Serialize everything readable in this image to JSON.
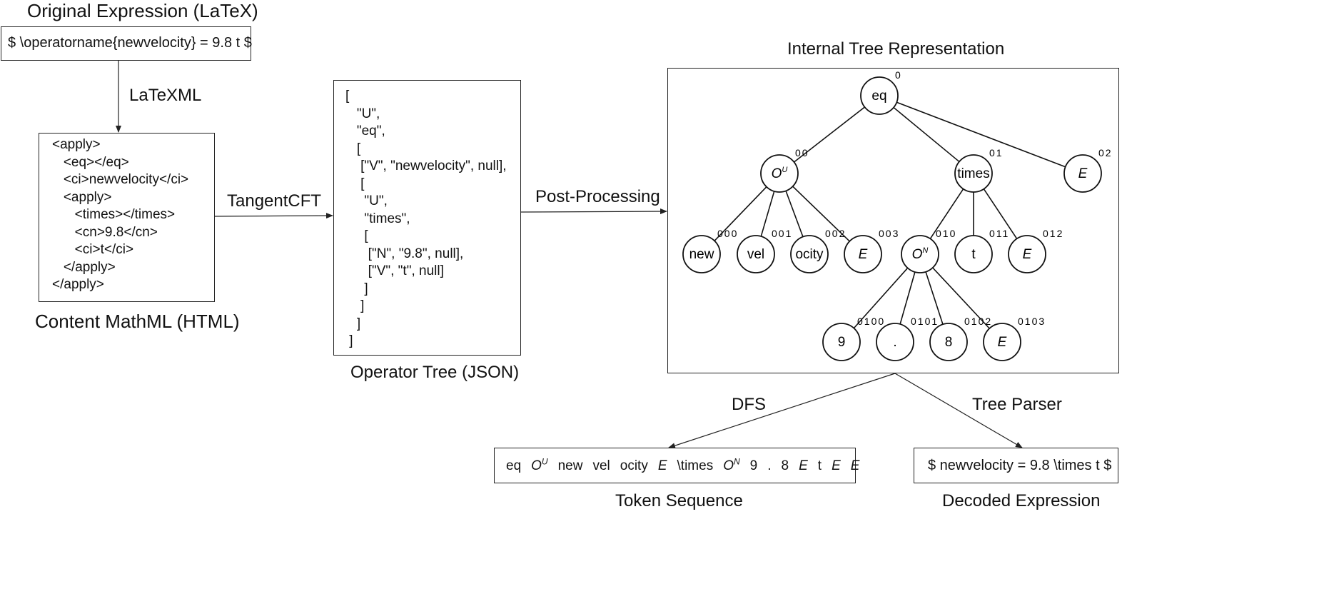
{
  "labels": {
    "original_title": "Original Expression (LaTeX)",
    "latex": "$ \\operatorname{newvelocity} = 9.8 t $",
    "latexml": "LaTeXML",
    "mathml_title": "Content MathML (HTML)",
    "tangentcft": "TangentCFT",
    "optree_title": "Operator Tree (JSON)",
    "postprocessing": "Post-Processing",
    "internal_title": "Internal Tree Representation",
    "dfs": "DFS",
    "treeparser": "Tree Parser",
    "token_title": "Token Sequence",
    "decoded_title": "Decoded Expression",
    "decoded": "$ newvelocity = 9.8 \\times t $"
  },
  "mathml_lines": [
    "<apply>",
    "   <eq></eq>",
    "   <ci>newvelocity</ci>",
    "   <apply>",
    "      <times></times>",
    "      <cn>9.8</cn>",
    "      <ci>t</ci>",
    "   </apply>",
    "</apply>"
  ],
  "json_lines": [
    "[",
    "   \"U\",",
    "   \"eq\",",
    "   [",
    "    [\"V\", \"newvelocity\", null],",
    "    [",
    "     \"U\",",
    "     \"times\",",
    "     [",
    "      [\"N\", \"9.8\", null],",
    "      [\"V\", \"t\", null]",
    "     ]",
    "    ]",
    "   ]",
    " ]"
  ],
  "tokens": [
    {
      "text": "eq",
      "italic": false
    },
    {
      "text": "O",
      "sup": "U",
      "italic": true
    },
    {
      "text": "new",
      "italic": false
    },
    {
      "text": "vel",
      "italic": false
    },
    {
      "text": "ocity",
      "italic": false
    },
    {
      "text": "E",
      "italic": true
    },
    {
      "text": "\\times",
      "italic": false
    },
    {
      "text": "O",
      "sup": "N",
      "italic": true
    },
    {
      "text": "9",
      "italic": false
    },
    {
      "text": ".",
      "italic": false
    },
    {
      "text": "8",
      "italic": false
    },
    {
      "text": "E",
      "italic": true
    },
    {
      "text": "t",
      "italic": false
    },
    {
      "text": "E",
      "italic": true
    },
    {
      "text": "E",
      "italic": true
    }
  ],
  "tree_nodes": [
    {
      "id": "0",
      "label": "eq",
      "italic": false,
      "parent": null
    },
    {
      "id": "00",
      "label": "O",
      "sup": "U",
      "italic": true,
      "parent": "0"
    },
    {
      "id": "01",
      "label": "times",
      "italic": false,
      "parent": "0"
    },
    {
      "id": "02",
      "label": "E",
      "italic": true,
      "parent": "0"
    },
    {
      "id": "000",
      "label": "new",
      "italic": false,
      "parent": "00"
    },
    {
      "id": "001",
      "label": "vel",
      "italic": false,
      "parent": "00"
    },
    {
      "id": "002",
      "label": "ocity",
      "italic": false,
      "parent": "00"
    },
    {
      "id": "003",
      "label": "E",
      "italic": true,
      "parent": "00"
    },
    {
      "id": "010",
      "label": "O",
      "sup": "N",
      "italic": true,
      "parent": "01"
    },
    {
      "id": "011",
      "label": "t",
      "italic": false,
      "parent": "01"
    },
    {
      "id": "012",
      "label": "E",
      "italic": true,
      "parent": "01"
    },
    {
      "id": "0100",
      "label": "9",
      "italic": false,
      "parent": "010"
    },
    {
      "id": "0101",
      "label": ".",
      "italic": false,
      "parent": "010"
    },
    {
      "id": "0102",
      "label": "8",
      "italic": false,
      "parent": "010"
    },
    {
      "id": "0103",
      "label": "E",
      "italic": true,
      "parent": "010"
    }
  ]
}
